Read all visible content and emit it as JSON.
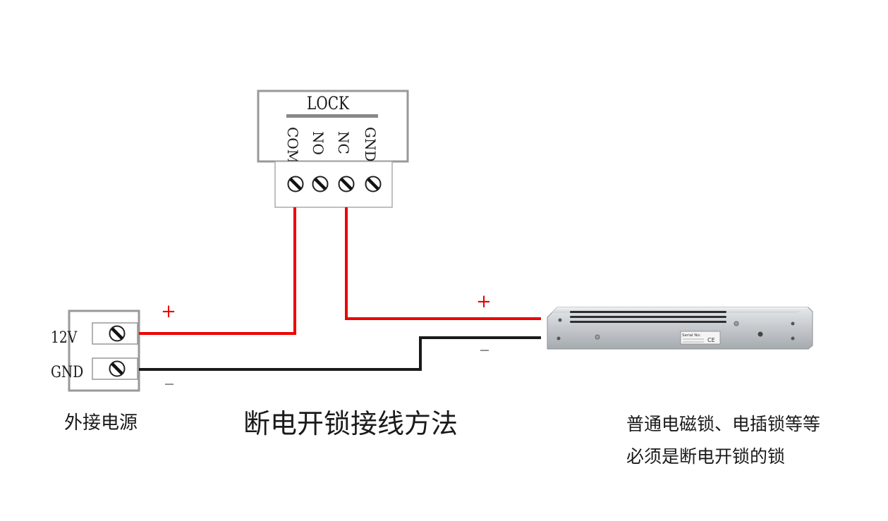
{
  "lock_module": {
    "title": "LOCK",
    "terminals": [
      "COM",
      "NO",
      "NC",
      "GND"
    ]
  },
  "power_supply": {
    "terminals": [
      "12V",
      "GND"
    ],
    "label": "外接电源"
  },
  "polarity": {
    "supply_plus": "+",
    "supply_minus": "_",
    "lock_plus": "+",
    "lock_minus": "_"
  },
  "diagram_title": "断电开锁接线方法",
  "lock_device": {
    "serial_label": "Serial No:",
    "ce_mark": "CE"
  },
  "note": {
    "line1": "普通电磁锁、电插锁等等",
    "line2": "必须是断电开锁的锁"
  },
  "colors": {
    "positive_wire": "#ee0000",
    "negative_wire": "#1a1a1a",
    "box_border": "#999999",
    "label_bar": "#888888"
  }
}
